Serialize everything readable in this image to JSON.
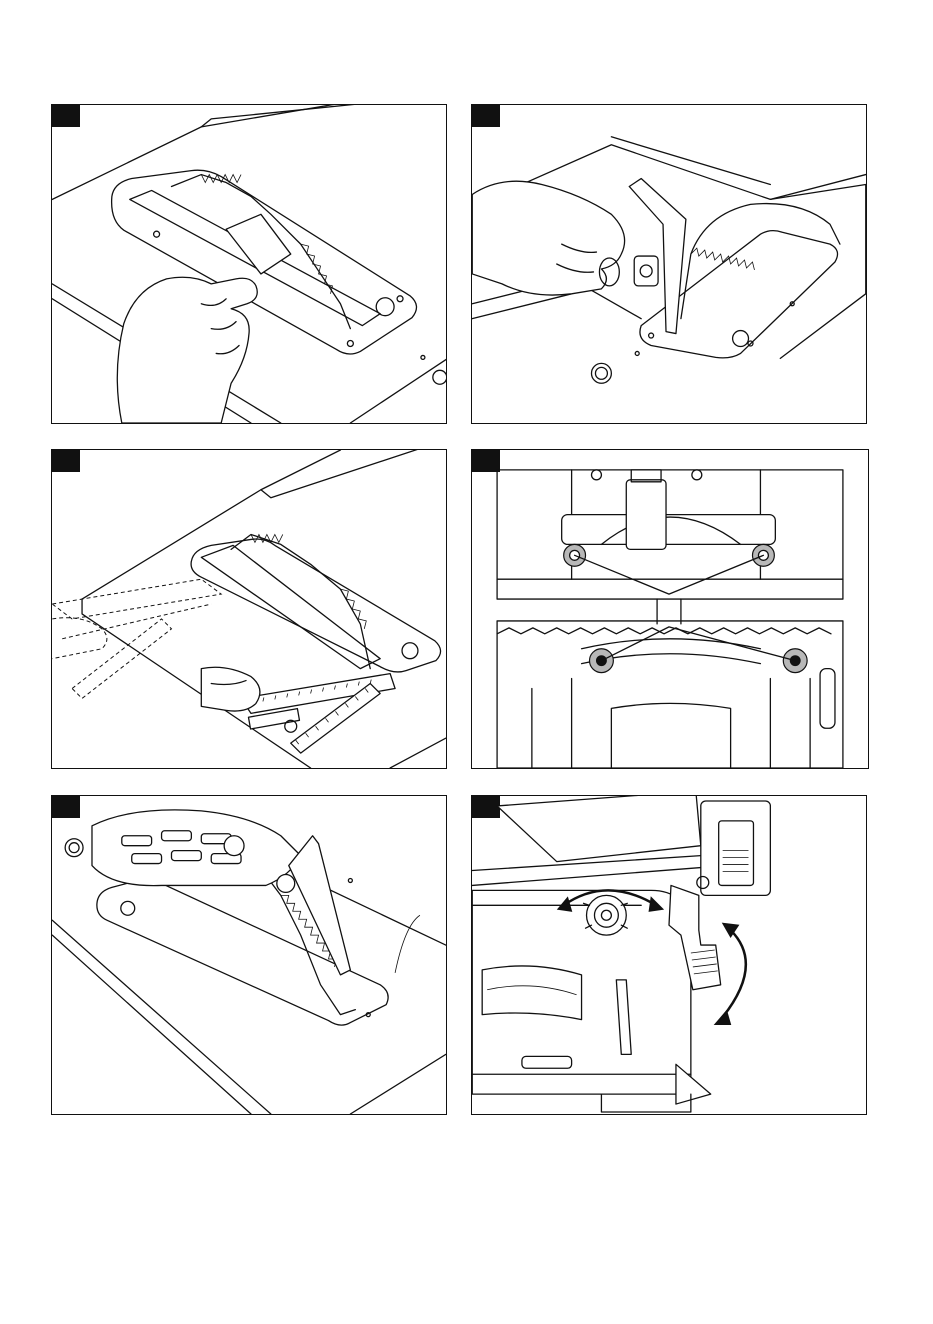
{
  "figures": [
    {
      "id": "fig-1",
      "subject": "saw-blade-removal-wrench-icon"
    },
    {
      "id": "fig-2",
      "subject": "riving-knife-install-icon"
    },
    {
      "id": "fig-3",
      "subject": "square-alignment-icon"
    },
    {
      "id": "fig-4",
      "subject": "trunnion-adjust-screws-icon"
    },
    {
      "id": "fig-5",
      "subject": "blade-guard-assembly-icon"
    },
    {
      "id": "fig-6",
      "subject": "bevel-lock-handle-icon"
    }
  ]
}
